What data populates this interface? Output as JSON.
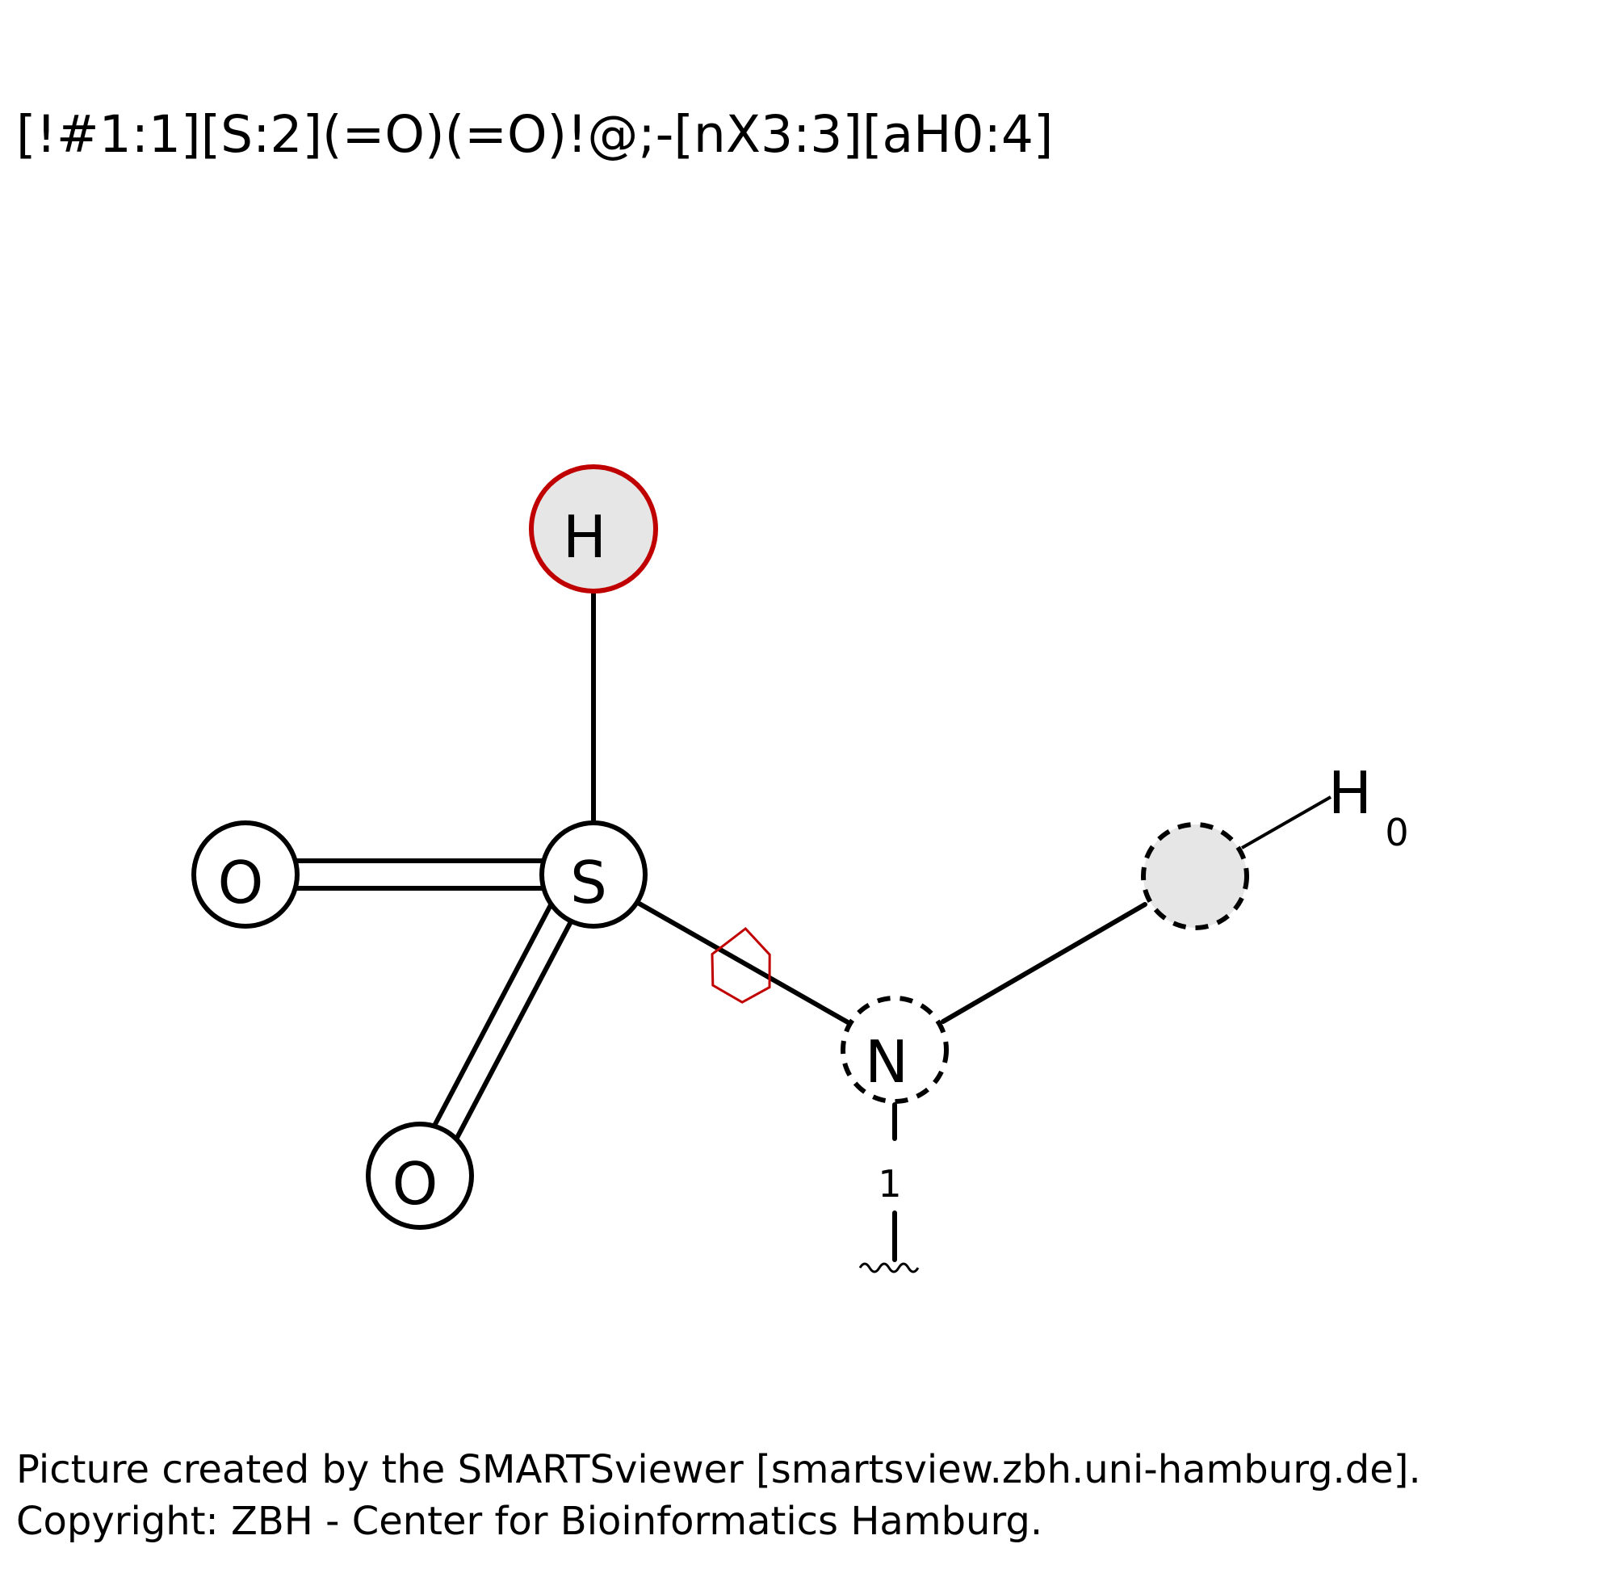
{
  "smarts_pattern": "[!#1:1][S:2](=O)(=O)!@;-[nX3:3][aH0:4]",
  "atoms": {
    "h_atom": "H",
    "s_atom": "S",
    "o_atom_left": "O",
    "o_atom_bottom": "O",
    "n_atom": "N",
    "aromatic_h_label": "H",
    "aromatic_h_count": "0",
    "n_degree_label": "1"
  },
  "colors": {
    "bond": "#000000",
    "negated_atom_stroke": "#c00000",
    "ring_bond_marker": "#c00000",
    "atom_fill_generic": "#e6e6e6",
    "atom_fill_plain": "#ffffff"
  },
  "footer": {
    "line1": "Picture created by the SMARTSviewer [smartsview.zbh.uni-hamburg.de].",
    "line2": "Copyright: ZBH - Center for Bioinformatics Hamburg."
  }
}
